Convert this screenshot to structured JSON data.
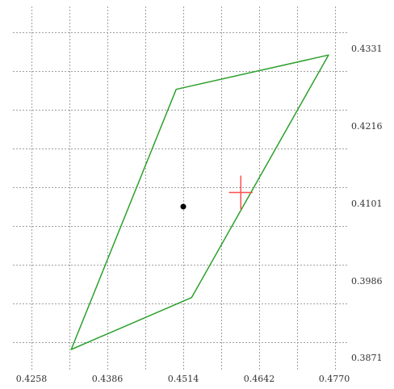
{
  "chart_data": {
    "type": "scatter",
    "title": "",
    "xlabel": "",
    "ylabel": "",
    "xlim": [
      0.4194,
      0.4834
    ],
    "ylim": [
      0.3842,
      0.436
    ],
    "x_ticks": [
      "0.4258",
      "0.4386",
      "0.4514",
      "0.4642",
      "0.4770"
    ],
    "y_ticks": [
      "0.4331",
      "0.4216",
      "0.4101",
      "0.3986",
      "0.3871"
    ],
    "x_tick_values": [
      0.4258,
      0.4386,
      0.4514,
      0.4642,
      0.477
    ],
    "y_tick_values": [
      0.4331,
      0.4216,
      0.4101,
      0.3986,
      0.3871
    ],
    "grid": true,
    "x_grid_step": 0.0064,
    "y_grid_step": 0.00575,
    "colors": {
      "polygon": "#2ca02c",
      "crosshair": "#ff4d4d",
      "point": "#000000",
      "grid": "#a0a0a0",
      "text": "#333333"
    },
    "polygon": {
      "points": [
        [
          0.4325,
          0.3889
        ],
        [
          0.4528,
          0.3966
        ],
        [
          0.4759,
          0.4326
        ],
        [
          0.4502,
          0.4275
        ]
      ]
    },
    "center_point": [
      0.4514,
      0.4101
    ],
    "crosshair": {
      "point": [
        0.4611,
        0.4122
      ],
      "half_width": 0.002,
      "half_height": 0.0025
    }
  }
}
